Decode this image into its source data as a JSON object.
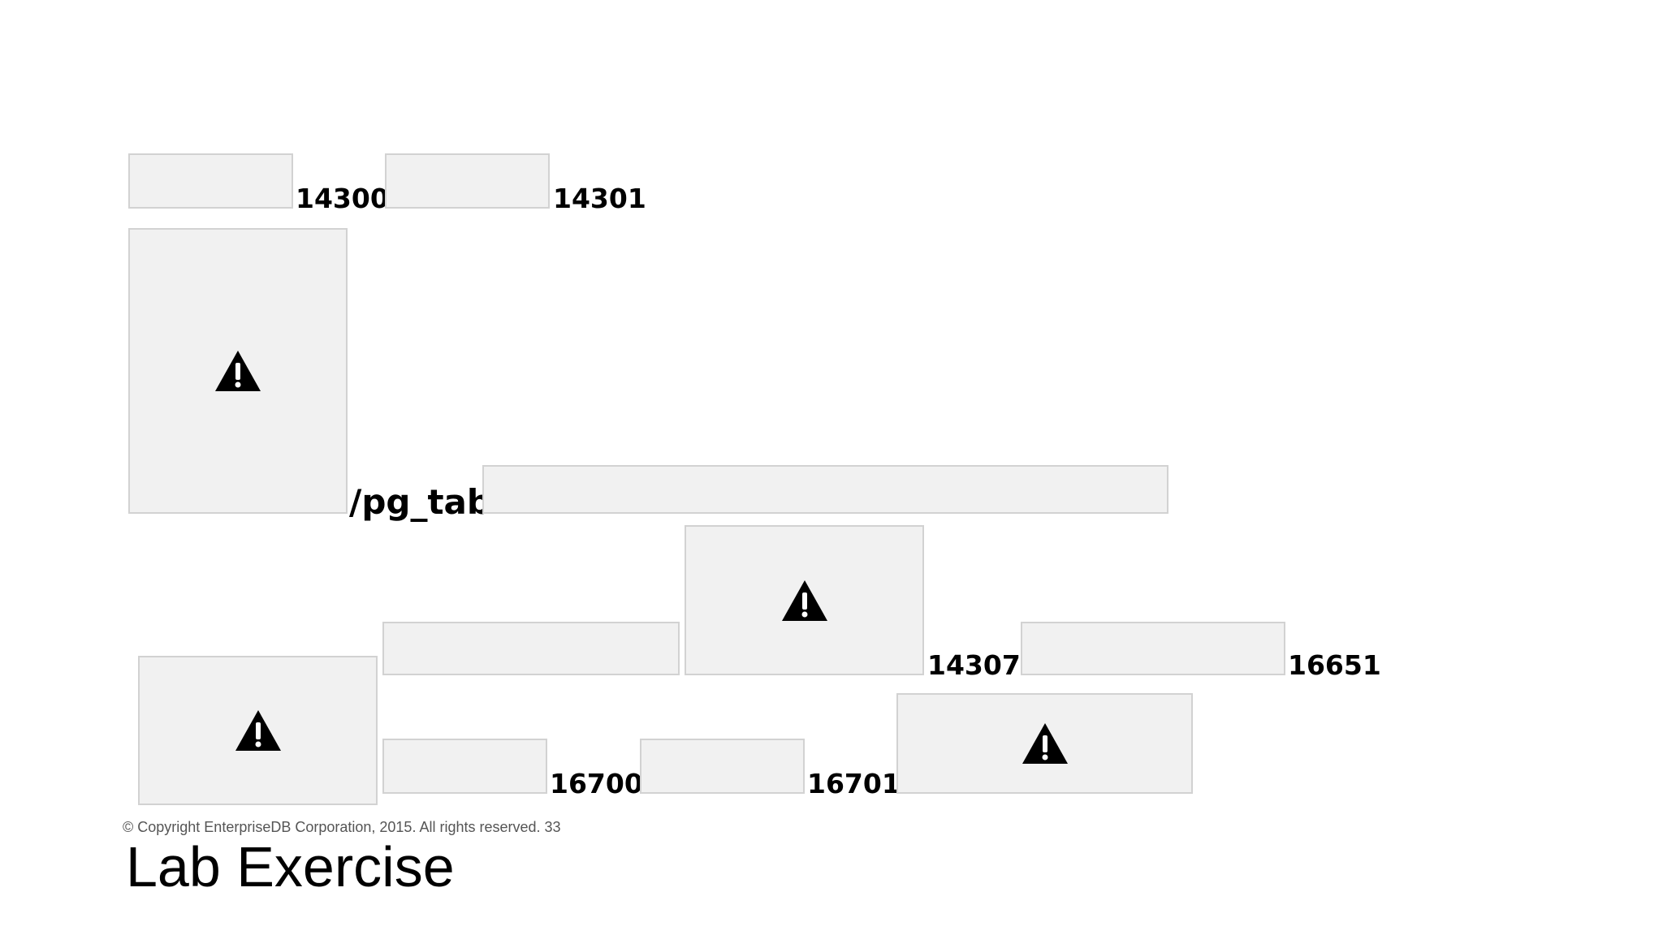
{
  "labels": {
    "l1": "14300",
    "l2": "14301",
    "pg_tab": "/pg_tab",
    "l3": "14307",
    "l4": "16651",
    "l5": "16700",
    "l6": "16701"
  },
  "footer": {
    "copyright": "© Copyright EnterpriseDB Corporation, 2015. All rights reserved. 33"
  },
  "slide": {
    "title": "Lab Exercise"
  },
  "icons": {
    "missing_image": "warning-icon"
  },
  "colors": {
    "placeholder_fill": "#f1f1f1",
    "placeholder_border": "#d2d2d2"
  }
}
